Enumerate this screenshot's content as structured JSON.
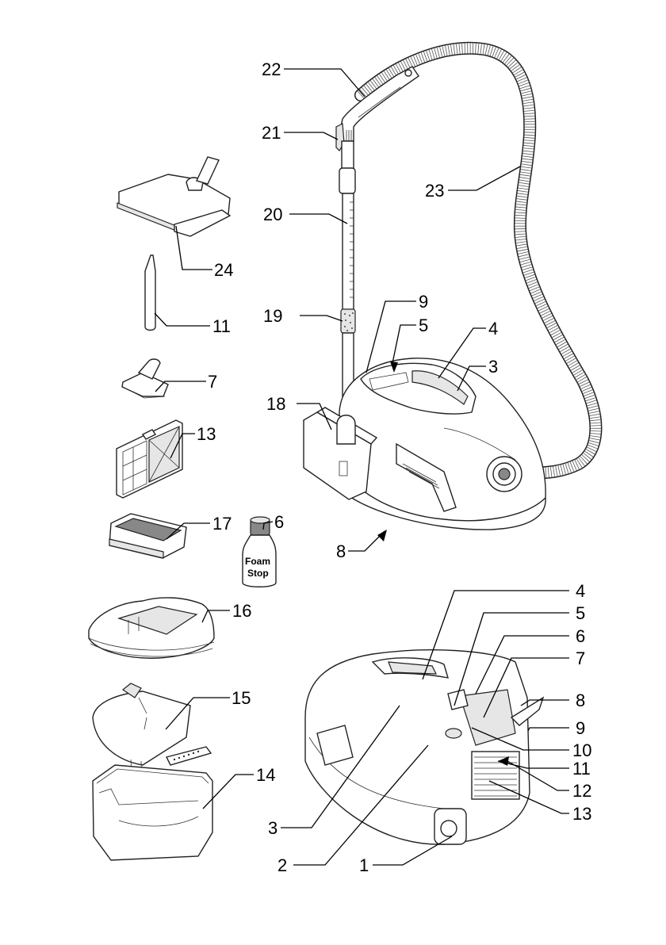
{
  "diagram": {
    "type": "exploded-parts-diagram",
    "subject": "vacuum cleaner with water filter and accessories",
    "bottle_label": [
      "Foam",
      "Stop"
    ],
    "upper_callouts": [
      {
        "id": "22",
        "text": "22"
      },
      {
        "id": "21",
        "text": "21"
      },
      {
        "id": "20",
        "text": "20"
      },
      {
        "id": "23",
        "text": "23"
      },
      {
        "id": "24",
        "text": "24"
      },
      {
        "id": "11",
        "text": "11"
      },
      {
        "id": "19",
        "text": "19"
      },
      {
        "id": "9",
        "text": "9"
      },
      {
        "id": "5",
        "text": "5"
      },
      {
        "id": "4",
        "text": "4"
      },
      {
        "id": "3",
        "text": "3"
      },
      {
        "id": "7",
        "text": "7"
      },
      {
        "id": "18",
        "text": "18"
      },
      {
        "id": "13",
        "text": "13"
      },
      {
        "id": "17",
        "text": "17"
      },
      {
        "id": "6",
        "text": "6"
      },
      {
        "id": "8",
        "text": "8"
      },
      {
        "id": "16",
        "text": "16"
      }
    ],
    "lower_callouts": [
      {
        "id": "4",
        "text": "4"
      },
      {
        "id": "5",
        "text": "5"
      },
      {
        "id": "6",
        "text": "6"
      },
      {
        "id": "7",
        "text": "7"
      },
      {
        "id": "15",
        "text": "15"
      },
      {
        "id": "8",
        "text": "8"
      },
      {
        "id": "9",
        "text": "9"
      },
      {
        "id": "10",
        "text": "10"
      },
      {
        "id": "14",
        "text": "14"
      },
      {
        "id": "11",
        "text": "11"
      },
      {
        "id": "12",
        "text": "12"
      },
      {
        "id": "13",
        "text": "13"
      },
      {
        "id": "3",
        "text": "3"
      },
      {
        "id": "2",
        "text": "2"
      },
      {
        "id": "1",
        "text": "1"
      }
    ]
  }
}
